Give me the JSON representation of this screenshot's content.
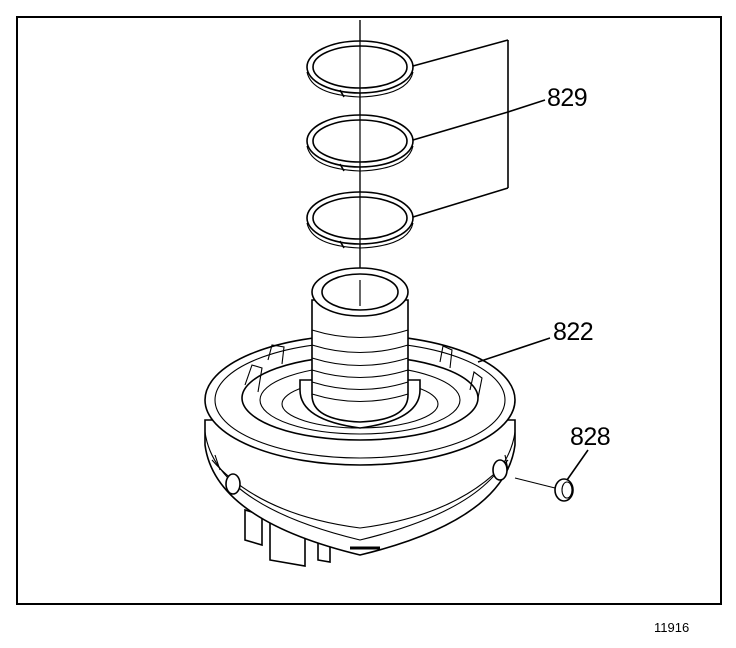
{
  "callouts": {
    "seal_rings": "829",
    "housing": "822",
    "plug": "828"
  },
  "figure_number": "11916",
  "colors": {
    "line": "#000000",
    "background": "#ffffff"
  }
}
